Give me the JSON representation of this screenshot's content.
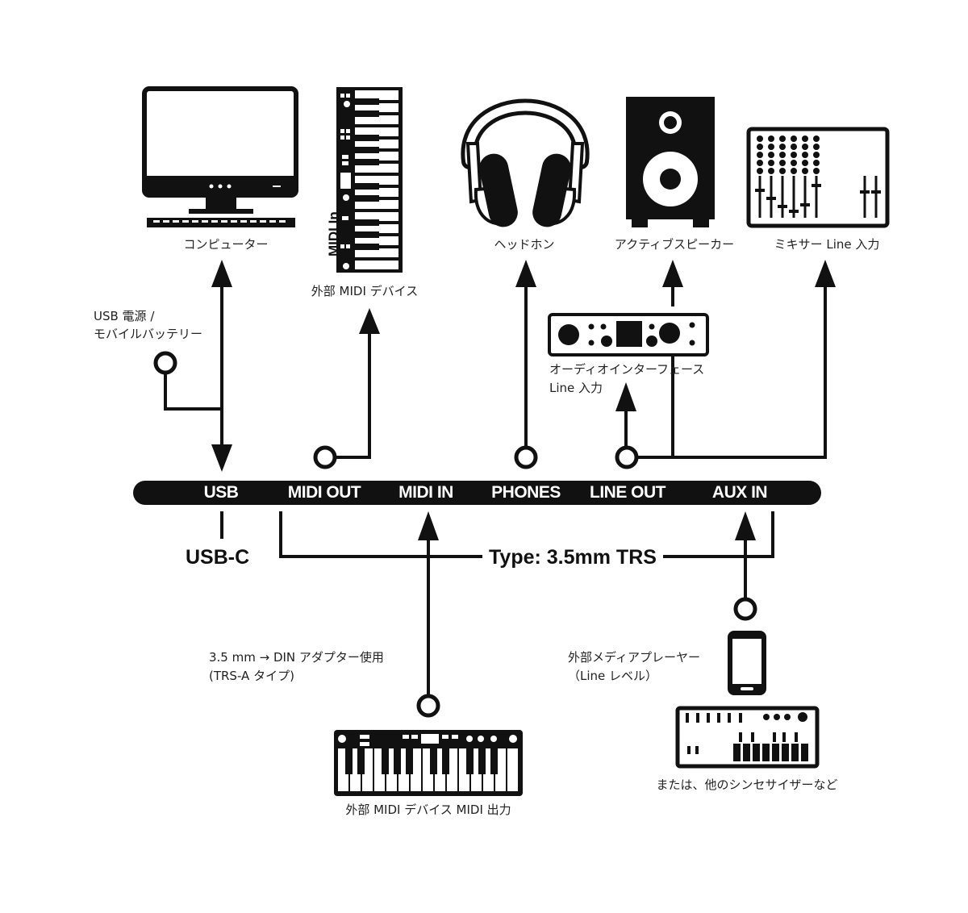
{
  "devices": {
    "computer": "コンピューター",
    "midi_device": "外部 MIDI デバイス",
    "midi_in_label": "MIDI In",
    "headphones": "ヘッドホン",
    "active_speaker": "アクティブスピーカー",
    "mixer": "ミキサー Line 入力",
    "usb_power_line1": "USB 電源 /",
    "usb_power_line2": "モバイルバッテリー",
    "audio_interface_line1": "オーディオインターフェース",
    "audio_interface_line2": "Line 入力",
    "din_adapter_line1": "3.5 mm → DIN アダプター使用",
    "din_adapter_line2": "(TRS-A タイプ)",
    "keyboard_midi_out": "外部 MIDI デバイス MIDI 出力",
    "media_player_line1": "外部メディアプレーヤー",
    "media_player_line2": "（Line レベル）",
    "synth_other": "または、他のシンセサイザーなど"
  },
  "ports": {
    "usb": "USB",
    "midi_out": "MIDI OUT",
    "midi_in": "MIDI IN",
    "phones": "PHONES",
    "line_out": "LINE OUT",
    "aux_in": "AUX IN"
  },
  "connector_usb": "USB-C",
  "connector_type": "Type: 3.5mm TRS"
}
